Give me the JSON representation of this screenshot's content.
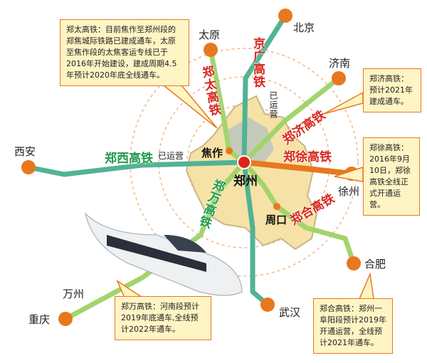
{
  "colors": {
    "red_label": "#d7261e",
    "green_label": "#1f9a4a",
    "orange_line": "#e8781e",
    "teal_line": "#52b394",
    "light_green": "#a3d46c",
    "note_bg": "#fff4c4"
  },
  "hub": {
    "zhengzhou": "郑州",
    "jiaozuo": "焦作",
    "zhoukou": "周口"
  },
  "cities": {
    "beijing": "北京",
    "taiyuan": "太原",
    "jinan": "济南",
    "xian": "西安",
    "xuzhou": "徐州",
    "hefei": "合肥",
    "wuhan": "武汉",
    "chongqing": "重庆",
    "wanzhou": "万州"
  },
  "rails": {
    "zhengtai": "郑太高铁",
    "jingguang": "京广高铁",
    "zhengji": "郑济高铁",
    "zhengxi": "郑西高铁",
    "zhengxu": "郑徐高铁",
    "zhenghe": "郑合高铁",
    "zhengwan": "郑万高铁"
  },
  "status": {
    "jingguang": "已运营",
    "zhengxi": "已运营"
  },
  "notes": {
    "zhengtai": "郑太高铁：目前焦作至郑州段的郑焦城际铁路已建成通车，太原至焦作段的太焦客运专线已于2016年开始建设，建成周期4.5年预计2020年底全线通车。",
    "zhengji": "郑济高铁：预计2021年建成通车。",
    "zhengxu": "郑徐高铁：2016年9月10日，郑徐高铁全线正式开通运营。",
    "zhengwan": "郑万高铁：河南段预计2019年底通车,全线预计2022年通车。",
    "zhenghe": "郑合高铁：郑州一阜阳段预计2019年开通运营，全线预计2021年通车。"
  }
}
